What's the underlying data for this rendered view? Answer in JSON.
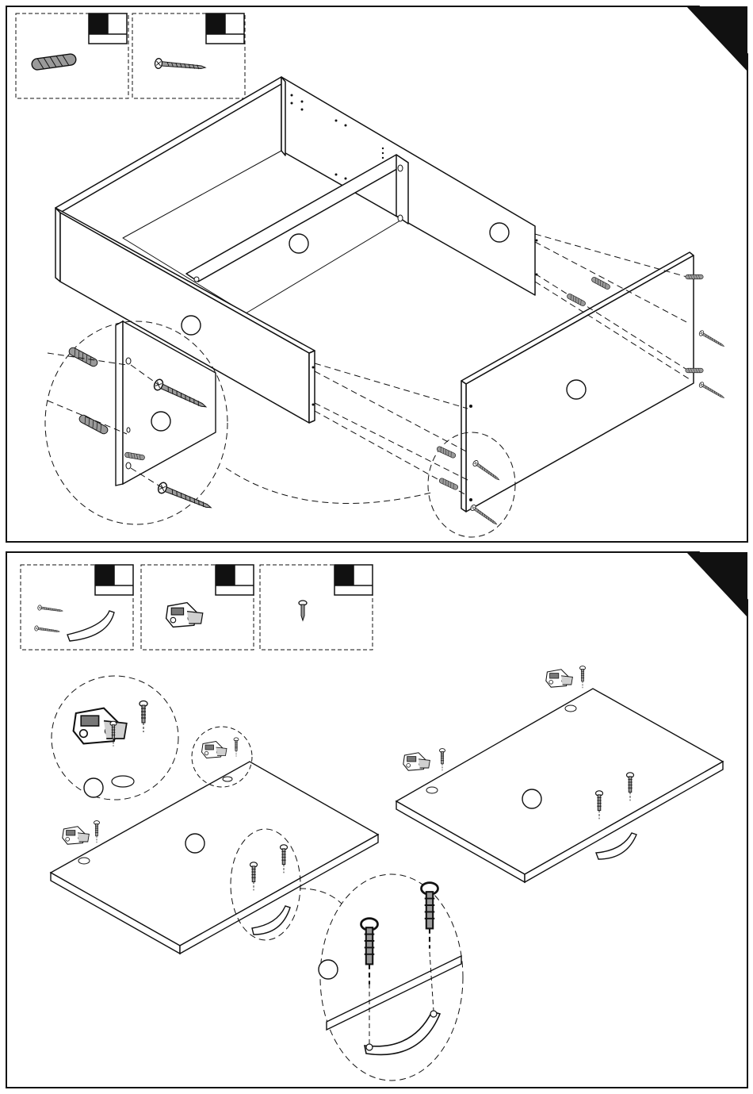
{
  "colors": {
    "ink": "#111111",
    "panel_fill": "#ffffff",
    "part_fill": "#9a9a9a",
    "background": "#ffffff"
  },
  "steps": [
    {
      "parts": [
        "wood-dowel",
        "long-screw"
      ],
      "callouts": [
        "rear-panel-label",
        "middle-divider-label",
        "front-panel-label",
        "side-panel-label",
        "detail-panel-label"
      ]
    },
    {
      "parts": [
        "handle-with-screws",
        "cabinet-hinge",
        "short-screw"
      ],
      "callouts": [
        "left-door-label",
        "right-door-label",
        "hinge-detail-label",
        "handle-detail-label"
      ]
    }
  ]
}
